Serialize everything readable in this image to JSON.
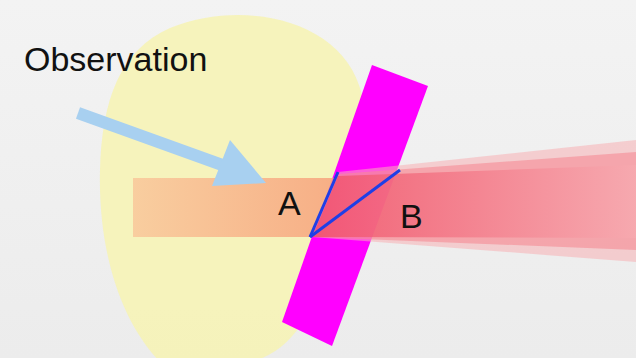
{
  "diagram": {
    "labels": [
      "Observation",
      "A",
      "B"
    ]
  }
}
